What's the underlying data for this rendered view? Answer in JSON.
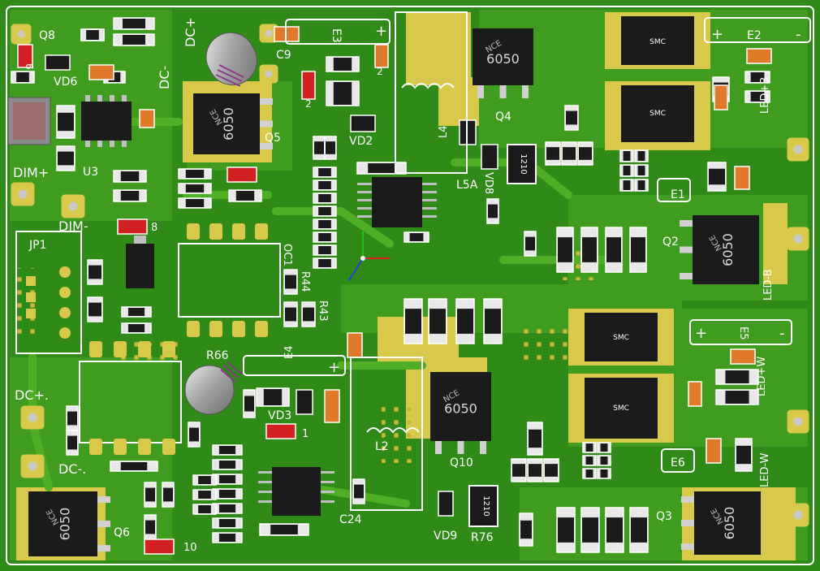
{
  "labels": {
    "q8": "Q8",
    "vd6": "VD6",
    "dim_plus": "DIM+",
    "u3": "U3",
    "dim_minus": "DIM-",
    "jp1": "JP1",
    "dc_plus_dot": "DC+.",
    "dc_minus_dot": "DC-.",
    "q6": "Q6",
    "dc_plus": "DC+",
    "dc_minus": "DC-",
    "c9": "C9",
    "e3": "E3",
    "q5": "Q5",
    "vd2": "VD2",
    "oc1": "OC1",
    "r44": "R44",
    "r43": "R43",
    "r66": "R66",
    "e4": "E4",
    "vd3": "VD3",
    "c24": "C24",
    "l4": "L4",
    "l5a": "L5A",
    "vd8": "VD8",
    "q4": "Q4",
    "l2": "L2",
    "q10": "Q10",
    "vd9": "VD9",
    "r76": "R76",
    "e2": "E2",
    "e1": "E1",
    "q2": "Q2",
    "led_plus_b": "LED+B",
    "led_minus_b": "LED-B",
    "e5": "E5",
    "led_plus_w": "LED+W",
    "e6": "E6",
    "led_minus_w": "LED-W",
    "q3": "Q3",
    "num_6": "6",
    "num_2": "2",
    "num_8": "8",
    "num_1": "1",
    "num_10": "10",
    "plus": "+",
    "minus": "-"
  },
  "mosfet_text": "6050",
  "brand_text": "NCE",
  "smd_1210": "1210",
  "diode_text": "SMC",
  "colors": {
    "board": "#2f8a17",
    "copper": "#4a9e22",
    "pad": "#d9c94a",
    "silk": "#ffffff",
    "ic": "#1b1b1b",
    "cap": "#e07a2a",
    "diode_red": "#d42020"
  }
}
